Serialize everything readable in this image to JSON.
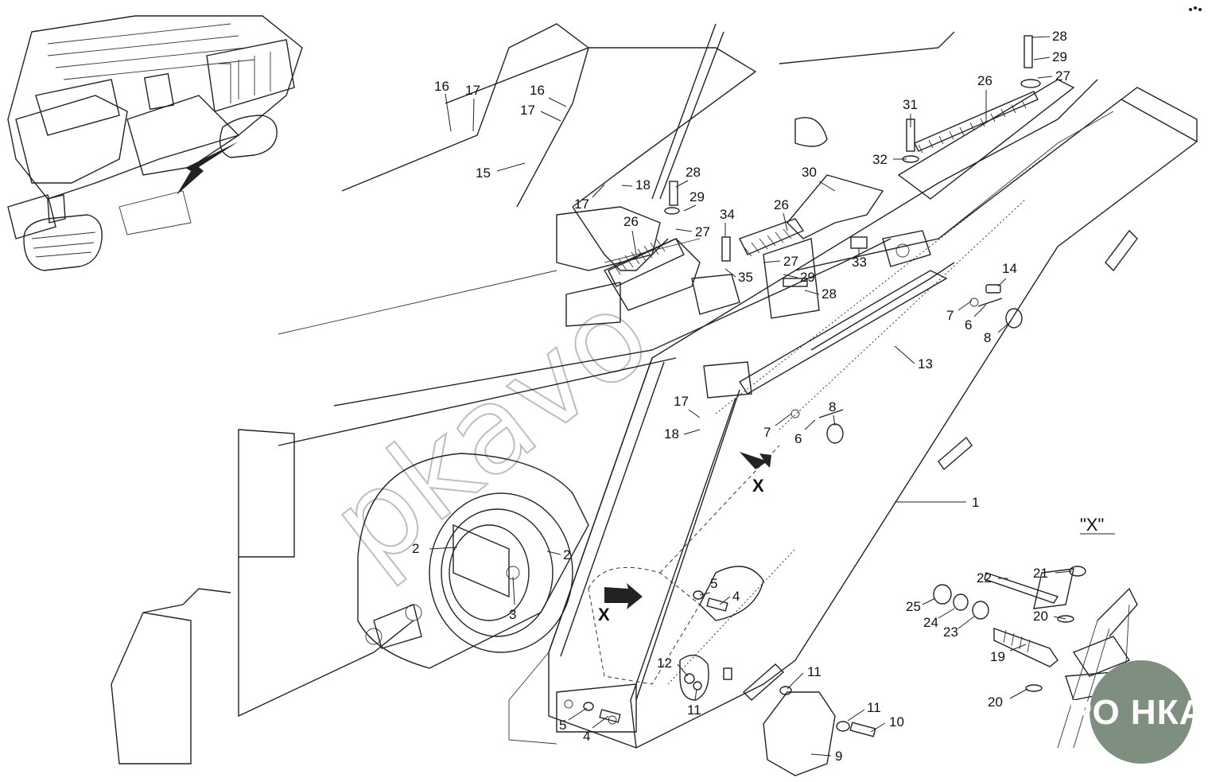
{
  "diagram": {
    "view_label": "\"X\"",
    "arrow_label": "X",
    "watermark": "pkavo",
    "logo_text": "АГРО НКА",
    "logo_color": "#7e8f80",
    "callouts": [
      {
        "id": "c1",
        "text": "1"
      },
      {
        "id": "c2a",
        "text": "2"
      },
      {
        "id": "c2b",
        "text": "2"
      },
      {
        "id": "c3",
        "text": "3"
      },
      {
        "id": "c4a",
        "text": "4"
      },
      {
        "id": "c4b",
        "text": "4"
      },
      {
        "id": "c5a",
        "text": "5"
      },
      {
        "id": "c5b",
        "text": "5"
      },
      {
        "id": "c6a",
        "text": "6"
      },
      {
        "id": "c6b",
        "text": "6"
      },
      {
        "id": "c7a",
        "text": "7"
      },
      {
        "id": "c7b",
        "text": "7"
      },
      {
        "id": "c8a",
        "text": "8"
      },
      {
        "id": "c8b",
        "text": "8"
      },
      {
        "id": "c9",
        "text": "9"
      },
      {
        "id": "c10",
        "text": "10"
      },
      {
        "id": "c11a",
        "text": "11"
      },
      {
        "id": "c11b",
        "text": "11"
      },
      {
        "id": "c11c",
        "text": "11"
      },
      {
        "id": "c12",
        "text": "12"
      },
      {
        "id": "c13",
        "text": "13"
      },
      {
        "id": "c14",
        "text": "14"
      },
      {
        "id": "c15",
        "text": "15"
      },
      {
        "id": "c16a",
        "text": "16"
      },
      {
        "id": "c16b",
        "text": "16"
      },
      {
        "id": "c17a",
        "text": "17"
      },
      {
        "id": "c17b",
        "text": "17"
      },
      {
        "id": "c17c",
        "text": "17"
      },
      {
        "id": "c17d",
        "text": "17"
      },
      {
        "id": "c18a",
        "text": "18"
      },
      {
        "id": "c18b",
        "text": "18"
      },
      {
        "id": "c19",
        "text": "19"
      },
      {
        "id": "c20a",
        "text": "20"
      },
      {
        "id": "c20b",
        "text": "20"
      },
      {
        "id": "c21",
        "text": "21"
      },
      {
        "id": "c22",
        "text": "22"
      },
      {
        "id": "c23",
        "text": "23"
      },
      {
        "id": "c24",
        "text": "24"
      },
      {
        "id": "c25",
        "text": "25"
      },
      {
        "id": "c26a",
        "text": "26"
      },
      {
        "id": "c26b",
        "text": "26"
      },
      {
        "id": "c26c",
        "text": "26"
      },
      {
        "id": "c27a",
        "text": "27"
      },
      {
        "id": "c27b",
        "text": "27"
      },
      {
        "id": "c27c",
        "text": "27"
      },
      {
        "id": "c28a",
        "text": "28"
      },
      {
        "id": "c28b",
        "text": "28"
      },
      {
        "id": "c28c",
        "text": "28"
      },
      {
        "id": "c29a",
        "text": "29"
      },
      {
        "id": "c29b",
        "text": "29"
      },
      {
        "id": "c29c",
        "text": "29"
      },
      {
        "id": "c30",
        "text": "30"
      },
      {
        "id": "c31",
        "text": "31"
      },
      {
        "id": "c32",
        "text": "32"
      },
      {
        "id": "c33",
        "text": "33"
      },
      {
        "id": "c34",
        "text": "34"
      },
      {
        "id": "c35",
        "text": "35"
      }
    ]
  }
}
